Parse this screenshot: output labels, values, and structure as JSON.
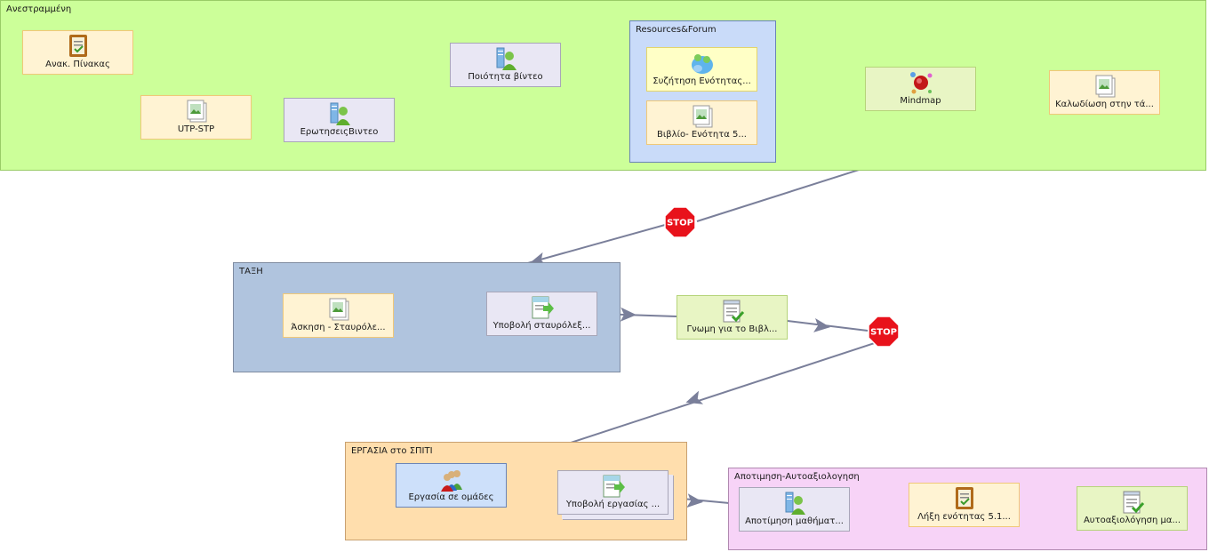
{
  "regions": {
    "anestrammeni": {
      "title": "Ανεστραμμένη",
      "color": "#ccff99"
    },
    "resources": {
      "title": "Resources&Forum",
      "color": "#c9dbf9"
    },
    "taxi": {
      "title": "ΤΑΞΗ",
      "color": "#b0c4de"
    },
    "ergasia": {
      "title": "ΕΡΓΑΣΙΑ στο ΣΠΙΤΙ",
      "color": "#ffdead"
    },
    "apotimisi": {
      "title": "Αποτιμηση-Αυτοαξιολογηση",
      "color": "#f7d3f7"
    }
  },
  "activities": {
    "anak_pinakas": {
      "label": "Ανακ. Πίνακας",
      "icon": "notebook-icon"
    },
    "utp_stp": {
      "label": "UTP-STP",
      "icon": "resource-image-icon"
    },
    "erotiseis_vinteo": {
      "label": "ΕρωτησειςΒιντεο",
      "icon": "survey-user-icon"
    },
    "poiotita_vinteo": {
      "label": "Ποιότητα βίντεο",
      "icon": "survey-user-icon"
    },
    "syzitisi": {
      "label": "Συζήτηση Ενότητας...",
      "icon": "forum-icon"
    },
    "vivlio": {
      "label": "Βιβλίο- Ενότητα 5...",
      "icon": "resource-image-icon"
    },
    "mindmap": {
      "label": "Mindmap",
      "icon": "mindmap-icon"
    },
    "kalosorisma": {
      "label": "Καλωδίωση στην τά...",
      "icon": "resource-image-icon"
    },
    "askisi": {
      "label": "Άσκηση - Σταυρόλε...",
      "icon": "resource-image-icon"
    },
    "ypovoli_stavrolex": {
      "label": "Υποβολή σταυρόλεξ...",
      "icon": "submit-files-icon"
    },
    "gnomi": {
      "label": "Γνωμη για το Βιβλ...",
      "icon": "checklist-icon"
    },
    "ergasia_omades": {
      "label": "Εργασία σε ομάδες",
      "icon": "group-users-icon"
    },
    "ypovoli_ergasias": {
      "label": "Υποβολή εργασίας ...",
      "icon": "submit-files-icon"
    },
    "apotimisi_mathimat": {
      "label": "Αποτίμηση μαθήματ...",
      "icon": "survey-user-icon"
    },
    "lixi_enotitas": {
      "label": "Λήξη ενότητας 5.1...",
      "icon": "notebook-icon"
    },
    "aftoaxiologisi": {
      "label": "Αυτοαξιολόγηση μα...",
      "icon": "checklist-icon"
    }
  },
  "stop_gates": [
    {
      "label": "STOP",
      "color": "#e8121b"
    },
    {
      "label": "STOP",
      "color": "#e8121b"
    }
  ],
  "colors": {
    "edge": "#7a7f9a"
  }
}
